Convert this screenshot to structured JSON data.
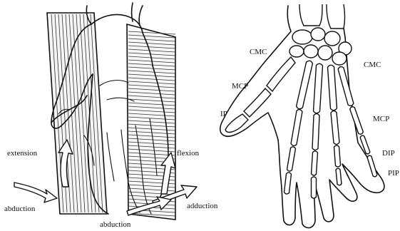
{
  "left_panel": {
    "labels": {
      "extension": "extension",
      "flexion": "flexion",
      "abduction_left": "abduction",
      "abduction_bottom": "abduction",
      "adduction": "adduction"
    }
  },
  "right_panel": {
    "labels": {
      "cmc_left": "CMC",
      "cmc_right": "CMC",
      "mcp_left": "MCP",
      "mcp_right": "MCP",
      "ip": "IP",
      "dip": "DIP",
      "pip": "PIP"
    }
  },
  "colors": {
    "ink": "#111111",
    "background": "#ffffff"
  }
}
